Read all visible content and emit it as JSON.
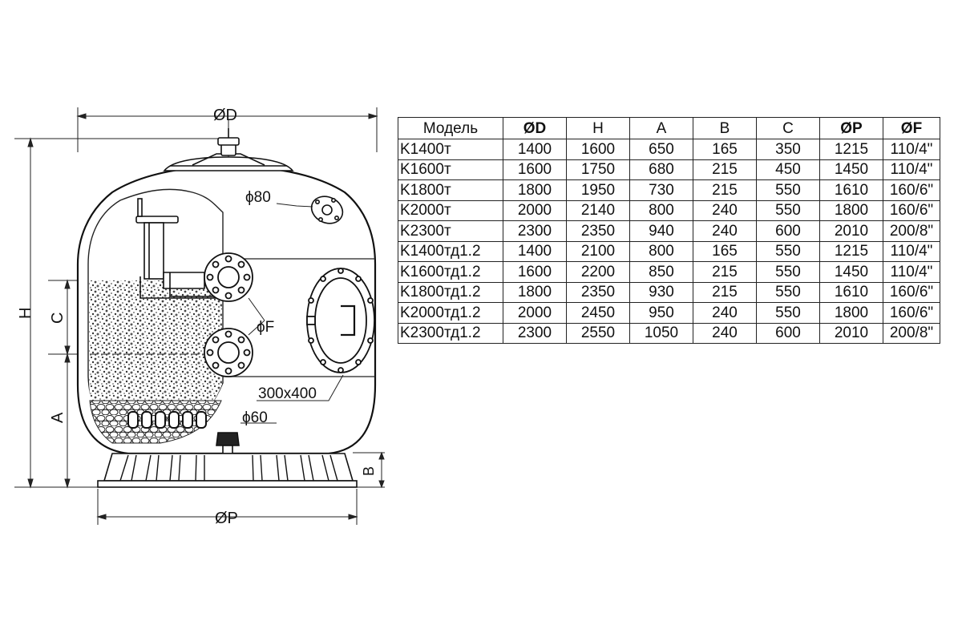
{
  "diagram": {
    "labels": {
      "dim_d": "ØD",
      "dim_p": "ØP",
      "dim_h": "H",
      "dim_c": "C",
      "dim_a": "A",
      "dim_b": "B",
      "port_80": "ϕ80",
      "port_f": "ϕF",
      "port_60": "ϕ60",
      "manhole": "300x400"
    }
  },
  "table": {
    "headers": [
      "Модель",
      "ØD",
      "H",
      "A",
      "B",
      "C",
      "ØP",
      "ØF"
    ],
    "rows": [
      [
        "K1400т",
        "1400",
        "1600",
        "650",
        "165",
        "350",
        "1215",
        "110/4\""
      ],
      [
        "K1600т",
        "1600",
        "1750",
        "680",
        "215",
        "450",
        "1450",
        "110/4\""
      ],
      [
        "K1800т",
        "1800",
        "1950",
        "730",
        "215",
        "550",
        "1610",
        "160/6\""
      ],
      [
        "K2000т",
        "2000",
        "2140",
        "800",
        "240",
        "550",
        "1800",
        "160/6\""
      ],
      [
        "K2300т",
        "2300",
        "2350",
        "940",
        "240",
        "600",
        "2010",
        "200/8\""
      ],
      [
        "K1400тд1.2",
        "1400",
        "2100",
        "800",
        "165",
        "550",
        "1215",
        "110/4\""
      ],
      [
        "K1600тд1.2",
        "1600",
        "2200",
        "850",
        "215",
        "550",
        "1450",
        "110/4\""
      ],
      [
        "K1800тд1.2",
        "1800",
        "2350",
        "930",
        "215",
        "550",
        "1610",
        "160/6\""
      ],
      [
        "K2000тд1.2",
        "2000",
        "2450",
        "950",
        "240",
        "550",
        "1800",
        "160/6\""
      ],
      [
        "K2300тд1.2",
        "2300",
        "2550",
        "1050",
        "240",
        "600",
        "2010",
        "200/8\""
      ]
    ]
  }
}
